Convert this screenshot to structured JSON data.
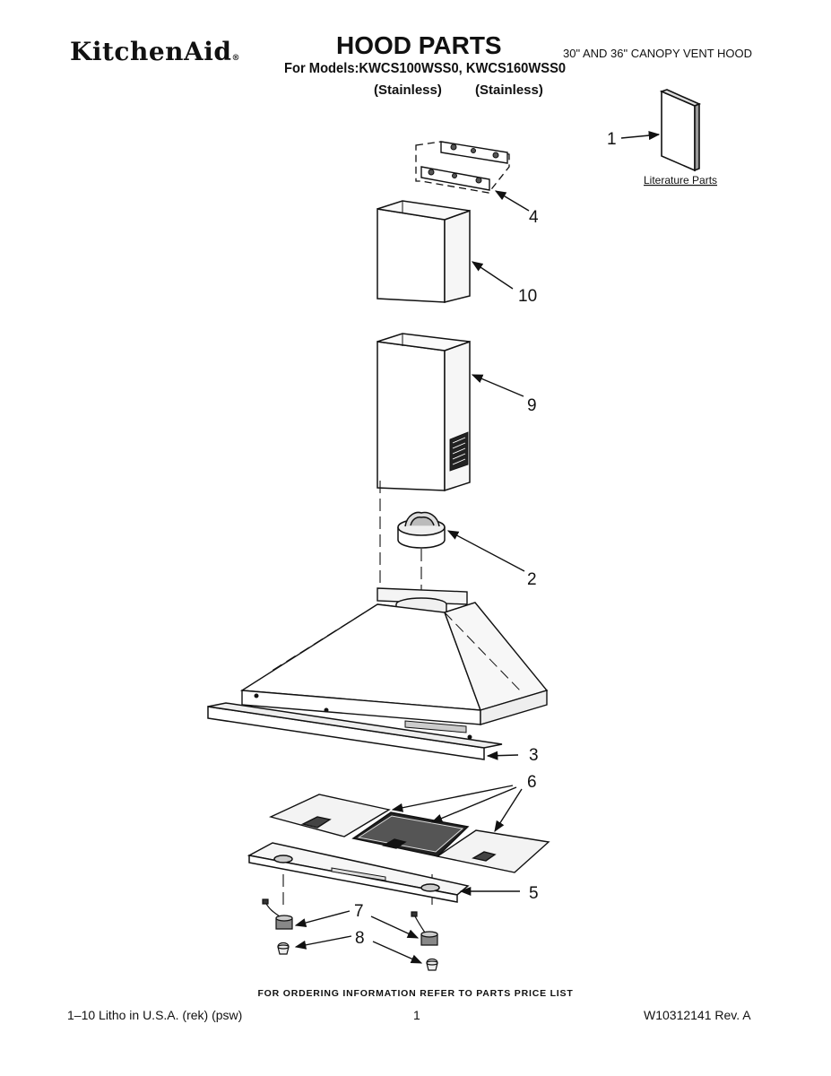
{
  "header": {
    "brand": "KitchenAid",
    "brand_mark": "®",
    "title": "HOOD PARTS",
    "models_line": "For Models:KWCS100WSS0, KWCS160WSS0",
    "finish_1": "(Stainless)",
    "finish_2": "(Stainless)",
    "description": "30\" AND 36\" CANOPY VENT HOOD"
  },
  "literature_label": "Literature Parts",
  "callouts": {
    "c1": "1",
    "c2": "2",
    "c3": "3",
    "c4": "4",
    "c5": "5",
    "c6": "6",
    "c7": "7",
    "c8": "8",
    "c9": "9",
    "c10": "10"
  },
  "footer": {
    "ordering_note": "FOR ORDERING INFORMATION REFER TO PARTS PRICE LIST",
    "litho": "1–10 Litho in U.S.A. (rek) (psw)",
    "page_number": "1",
    "doc_number": "W10312141 Rev. A"
  }
}
